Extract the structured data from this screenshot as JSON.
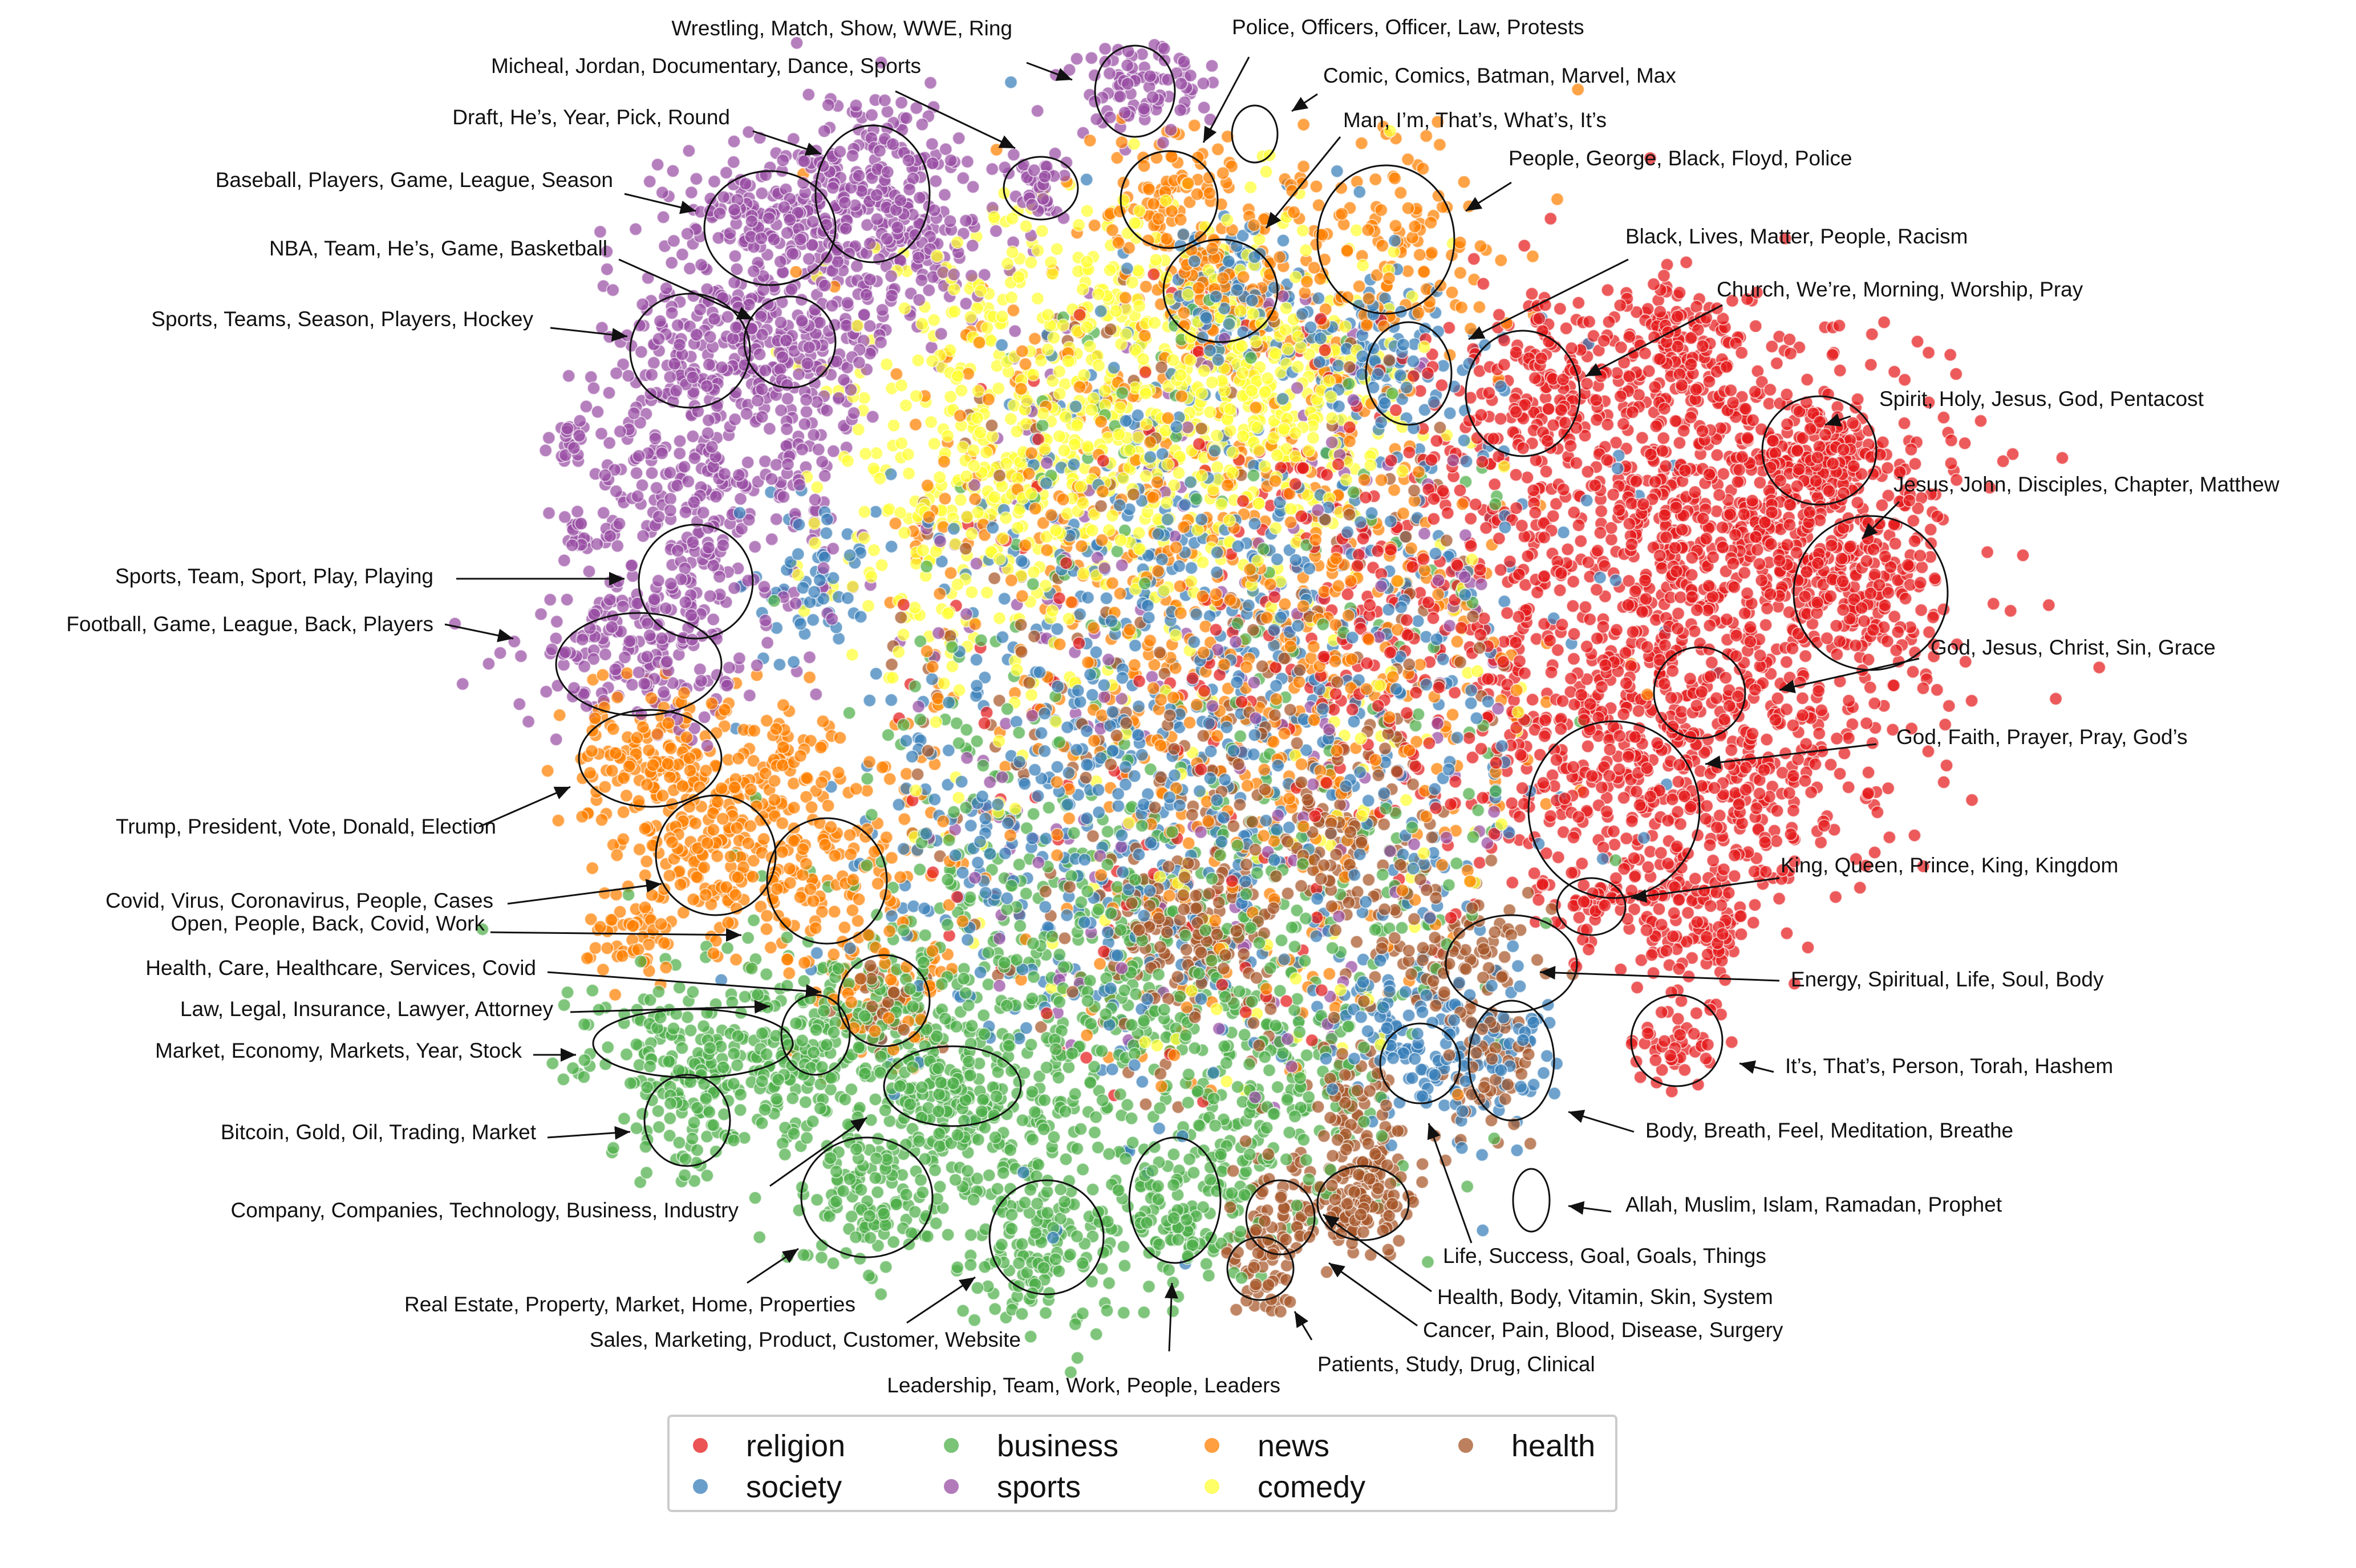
{
  "chart_data": {
    "type": "scatter",
    "title": "",
    "xlabel": "",
    "ylabel": "",
    "axes": "none",
    "grid": false,
    "legend": {
      "placement": "bottom-center",
      "columns": 4,
      "entries": [
        {
          "name": "religion",
          "color": "#e41a1c"
        },
        {
          "name": "society",
          "color": "#377eb8"
        },
        {
          "name": "business",
          "color": "#4daf4a"
        },
        {
          "name": "sports",
          "color": "#984ea3"
        },
        {
          "name": "news",
          "color": "#ff7f00"
        },
        {
          "name": "comedy",
          "color": "#ffff33"
        },
        {
          "name": "health",
          "color": "#a65628"
        }
      ]
    },
    "cluster_annotations": [
      {
        "text": "Wrestling, Match, Show, WWE, Ring"
      },
      {
        "text": "Police, Officers, Officer, Law, Protests"
      },
      {
        "text": "Micheal, Jordan, Documentary, Dance, Sports"
      },
      {
        "text": "Comic, Comics, Batman, Marvel, Max"
      },
      {
        "text": "Draft, He’s, Year, Pick, Round"
      },
      {
        "text": "Man, I’m, That’s, What’s, It’s"
      },
      {
        "text": "People, George, Black, Floyd, Police"
      },
      {
        "text": "Baseball, Players, Game, League, Season"
      },
      {
        "text": "Black, Lives, Matter, People, Racism"
      },
      {
        "text": "NBA, Team, He’s, Game, Basketball"
      },
      {
        "text": "Church, We’re, Morning, Worship, Pray"
      },
      {
        "text": "Sports, Teams, Season, Players, Hockey"
      },
      {
        "text": "Spirit, Holy, Jesus, God, Pentacost"
      },
      {
        "text": "Jesus, John, Disciples, Chapter, Matthew"
      },
      {
        "text": "Sports, Team, Sport, Play, Playing"
      },
      {
        "text": "Football, Game, League, Back, Players"
      },
      {
        "text": "God, Jesus, Christ, Sin, Grace"
      },
      {
        "text": "God, Faith, Prayer, Pray, God’s"
      },
      {
        "text": "Trump, President, Vote, Donald, Election"
      },
      {
        "text": "King, Queen, Prince, King, Kingdom"
      },
      {
        "text": "Covid, Virus, Coronavirus, People, Cases"
      },
      {
        "text": "Open, People, Back, Covid, Work"
      },
      {
        "text": "Health, Care, Healthcare, Services, Covid"
      },
      {
        "text": "Energy, Spiritual, Life, Soul, Body"
      },
      {
        "text": "Law, Legal, Insurance, Lawyer, Attorney"
      },
      {
        "text": "Market, Economy, Markets, Year, Stock"
      },
      {
        "text": "It’s, That’s, Person, Torah, Hashem"
      },
      {
        "text": "Bitcoin, Gold, Oil, Trading, Market"
      },
      {
        "text": "Body, Breath, Feel, Meditation, Breathe"
      },
      {
        "text": "Allah, Muslim, Islam, Ramadan, Prophet"
      },
      {
        "text": "Company, Companies, Technology, Business, Industry"
      },
      {
        "text": "Life, Success, Goal, Goals, Things"
      },
      {
        "text": "Health, Body, Vitamin, Skin, System"
      },
      {
        "text": "Cancer, Pain, Blood, Disease, Surgery"
      },
      {
        "text": "Real Estate, Property, Market, Home, Properties"
      },
      {
        "text": "Patients, Study, Drug, Clinical"
      },
      {
        "text": "Sales, Marketing, Product, Customer, Website"
      },
      {
        "text": "Leadership, Team, Work, People, Leaders"
      }
    ]
  }
}
